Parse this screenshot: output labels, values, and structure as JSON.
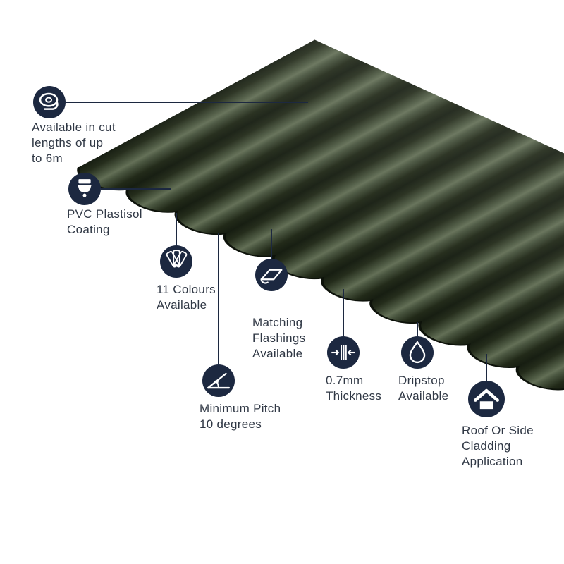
{
  "colors": {
    "icon_bg": "#1c2840",
    "line": "#1c2840",
    "text": "#303845",
    "sheet_crest": "#636f56",
    "sheet_valley": "#161d11"
  },
  "features": [
    {
      "icon": "tape-measure-icon",
      "label": "Available in cut\nlengths of up\nto 6m"
    },
    {
      "icon": "paint-brush-icon",
      "label": "PVC Plastisol\nCoating"
    },
    {
      "icon": "colour-swatches-icon",
      "label": "11 Colours\nAvailable"
    },
    {
      "icon": "flashing-icon",
      "label": "Matching\nFlashings\nAvailable"
    },
    {
      "icon": "pitch-angle-icon",
      "label": "Minimum Pitch\n10 degrees"
    },
    {
      "icon": "thickness-icon",
      "label": "0.7mm\nThickness"
    },
    {
      "icon": "water-droplet-icon",
      "label": "Dripstop\nAvailable"
    },
    {
      "icon": "house-icon",
      "label": "Roof Or Side\nCladding\nApplication"
    }
  ]
}
